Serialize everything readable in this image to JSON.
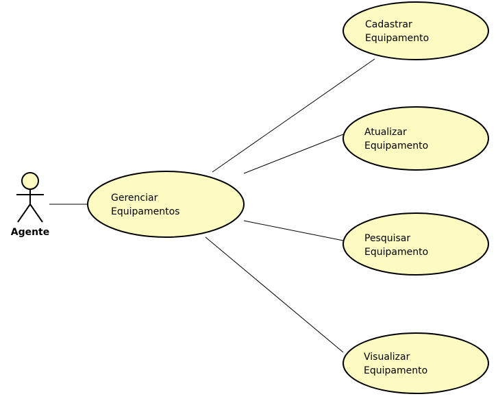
{
  "colors": {
    "usecase_fill": "#fdfbc2",
    "stroke": "#000000",
    "background": "#ffffff"
  },
  "actor": {
    "name": "Agente"
  },
  "use_cases": {
    "main": {
      "line1": "Gerenciar",
      "line2": "Equipamentos"
    },
    "cadastrar": {
      "line1": "Cadastrar",
      "line2": "Equipamento"
    },
    "atualizar": {
      "line1": "Atualizar",
      "line2": "Equipamento"
    },
    "pesquisar": {
      "line1": "Pesquisar",
      "line2": "Equipamento"
    },
    "visualizar": {
      "line1": "Visualizar",
      "line2": "Equipamento"
    }
  }
}
